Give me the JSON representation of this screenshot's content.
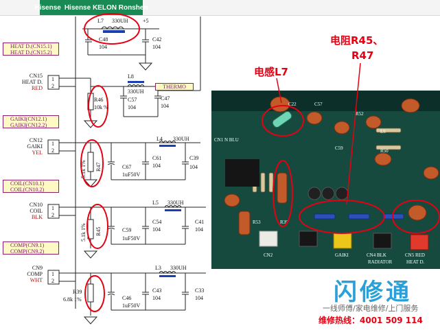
{
  "header": {
    "brand_main": "Hisense",
    "brand_sub": "Hisense KELON Ronshen"
  },
  "connectors": [
    {
      "lines": [
        "HEAT D.(CN15.1)",
        "HEAT D.(CN15.2)"
      ],
      "name": "CN15",
      "func": "HEAT D.",
      "color": "RED"
    },
    {
      "lines": [
        "GAIKI(CN12.1)",
        "GAIKI(CN12.2)"
      ],
      "name": "CN12",
      "func": "GAIKI",
      "color": "YEL"
    },
    {
      "lines": [
        "COIL(CN10.1)",
        "COIL(CN10.2)"
      ],
      "name": "CN10",
      "func": "COIL",
      "color": "BLK"
    },
    {
      "lines": [
        "COMP(CN9.1)",
        "COMP(CN9.2)"
      ],
      "name": "CN9",
      "func": "COMP",
      "color": "WHT"
    }
  ],
  "pins": [
    "1",
    "2"
  ],
  "components": {
    "L7": "L7",
    "L7_val": "330UH",
    "plus5": "+5",
    "C48": "C48",
    "C48_val": "104",
    "C42": "C42",
    "C42_val": "104",
    "L8": "L8",
    "L8_val": "330UH",
    "thermo": "THERMO",
    "R46": "R46",
    "R46_val": "10k  %",
    "C57": "C57",
    "C57_val": "104",
    "C47": "C47",
    "C47_val": "104",
    "L4": "L4",
    "L4_val": "330UH",
    "R47": "R47",
    "R47_val": "5.1k 1%",
    "C67": "C67",
    "C67_val": "1uF50V",
    "C61": "C61",
    "C61_val": "104",
    "C39": "C39",
    "C39_val": "104",
    "L5": "L5",
    "L5_val": "330UH",
    "R45": "R45",
    "R45_val": "5.1k 1%",
    "C59": "C59",
    "C59_val": "1uF50V",
    "C54": "C54",
    "C54_val": "104",
    "C41": "C41",
    "C41_val": "104",
    "L3": "L3",
    "L3_val": "330UH",
    "R39": "R39",
    "R39_val": "6.8k 1%",
    "C46": "C46",
    "C46_val": "1uF50V",
    "C43": "C43",
    "C43_val": "104",
    "C33": "C33",
    "C33_val": "104"
  },
  "photo": {
    "labels": {
      "cn1": "CN1 N  BLU",
      "c22": "C22",
      "r52": "R52",
      "c57": "C57",
      "l6": "L6",
      "r50": "R50",
      "c59": "C59",
      "r53": "R53",
      "r39": "R39",
      "cn4": "CN4 BLK",
      "cn5": "CN5 RED",
      "radiator": "RADIATOR",
      "heat": "HEAT D.",
      "cn2": "CN2",
      "gaiki": "GAIKI"
    }
  },
  "annotations": {
    "inductor": "电感L7",
    "resistor_line1": "电阻R45、",
    "resistor_line2": "R47"
  },
  "brand": {
    "logo": "闪修通",
    "tagline": "一线师傅/家电维修/上门服务",
    "hotline": "维修热线：4001 509 114"
  }
}
